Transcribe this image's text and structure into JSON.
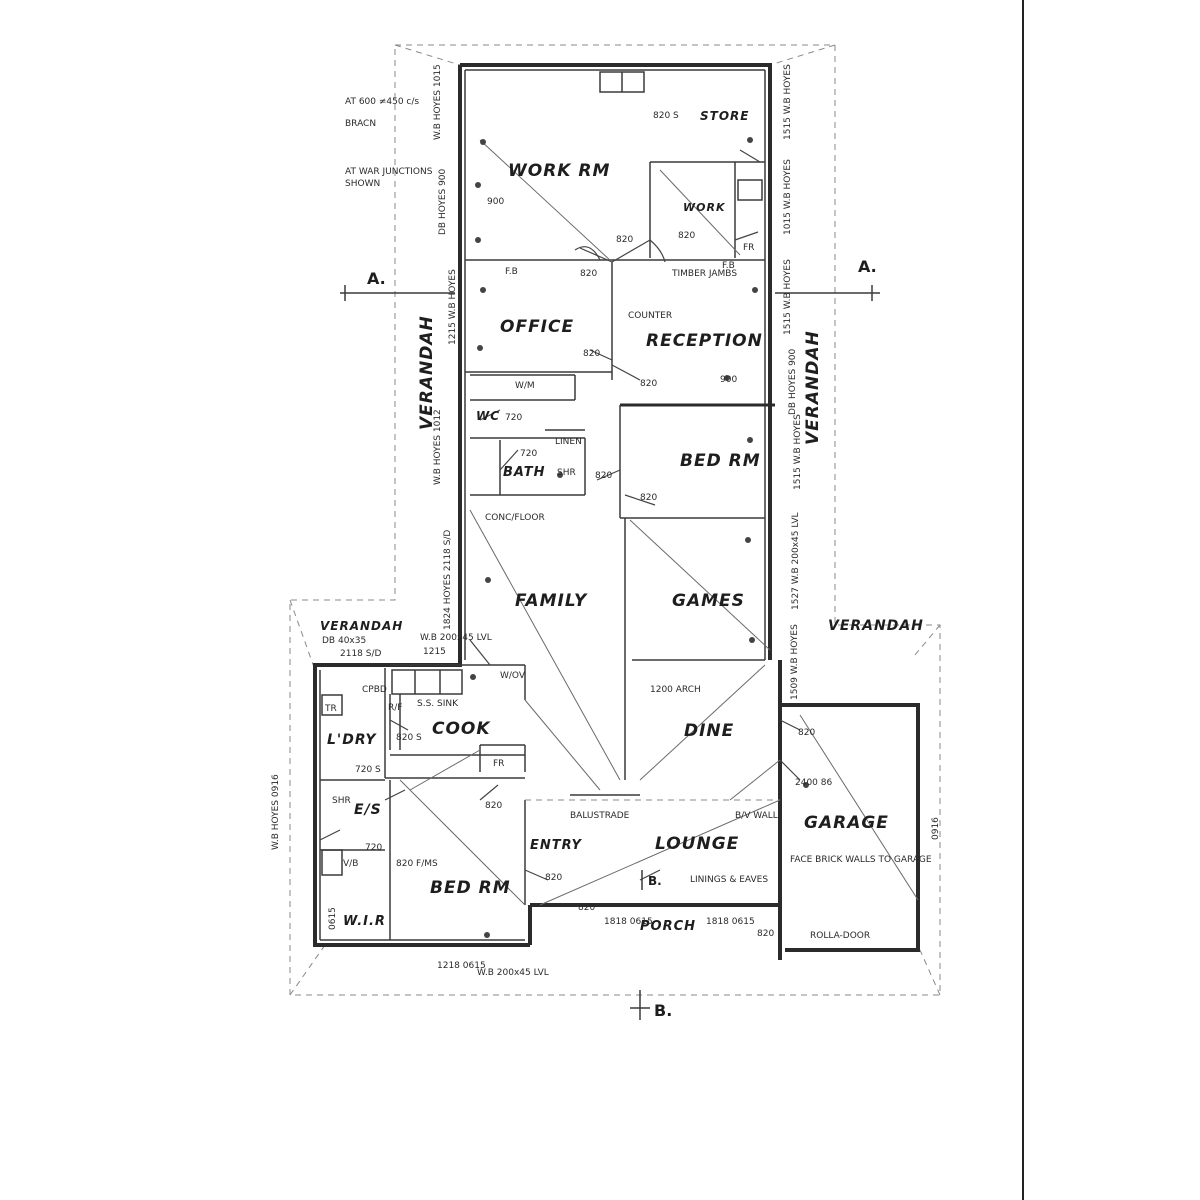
{
  "rooms": {
    "work_rm": "WORK RM",
    "store": "STORE",
    "work": "WORK",
    "office": "OFFICE",
    "reception": "RECEPTION",
    "wc": "WC",
    "bath": "BATH",
    "bed_rm_1": "BED RM",
    "family": "FAMILY",
    "games": "GAMES",
    "verandah_left": "VERANDAH",
    "verandah_right": "VERANDAH",
    "verandah_top_left": "VERANDAH",
    "verandah_top_right": "VERANDAH",
    "cook": "COOK",
    "ldry": "L'DRY",
    "es": "E/S",
    "dine": "DINE",
    "entry": "ENTRY",
    "lounge": "LOUNGE",
    "garage": "GARAGE",
    "bed_rm_2": "BED RM",
    "wir": "W.I.R",
    "porch": "PORCH"
  },
  "notes": {
    "n_600_450": "AT 600 ≠450 c/s",
    "n_brace": "BRACN",
    "n_junction": "AT WAR JUNCTIONS",
    "n_shown": "SHOWN",
    "n_wb_top_left": "W.B HOYES 1015",
    "n_wb_db_left": "DB HOYES 900",
    "n_820_store": "820 S",
    "n_1515_right": "1515 W.B HOYES",
    "n_900_work": "900",
    "n_820_a": "820",
    "n_820_b": "820",
    "n_1015_right": "1015 W.B HOYES",
    "n_fr_work": "FR",
    "n_fb_office": "F.B",
    "n_820_office": "820",
    "n_timber": "TIMBER JAMBS",
    "n_fb_recep": "F.B",
    "n_1215_left": "1215 W.B HOYES",
    "n_counter": "COUNTER",
    "n_820_office2": "820",
    "n_820_recep": "820",
    "n_900_recep": "900",
    "n_1515_recep": "1515 W.B HOYES",
    "n_wm": "W/M",
    "n_720_wc": "720",
    "n_720_bath": "720",
    "n_linen": "LINEN",
    "n_shr": "SHR",
    "n_820_bath": "820",
    "n_820_bed": "820",
    "n_1012_left": "W.B HOYES 1012",
    "n_900_db": "DB HOYES 900",
    "n_1515_bed": "1515 W.B HOYES",
    "n_conc": "CONC/FLOOR",
    "n_1527": "1527 W.B 200x45 LVL",
    "n_1824": "1824 HOYES 2118 S/D",
    "n_db_verandah": "DB 40x35",
    "n_2118_sd": "2118 S/D",
    "n_wb_lvl": "W.B 200x45 LVL",
    "n_1215_cook": "1215",
    "n_wov": "W/OV",
    "n_ssink": "S.S. SINK",
    "n_cpbd": "CPBD",
    "n_tr": "TR",
    "n_rf": "R/F",
    "n_820_cook": "820 S",
    "n_fr_cook": "FR",
    "n_720_ldry": "720 S",
    "n_1200_arch": "1200 ARCH",
    "n_1509": "1509 W.B HOYES",
    "n_820_dine": "820",
    "n_2400_86": "2400 86",
    "n_balustrade": "BALUSTRADE",
    "n_bv_wall": "B/V WALL",
    "n_820_entry": "820",
    "n_820_bed2": "820",
    "n_shr2": "SHR",
    "n_720_es": "720",
    "n_vb": "V/B",
    "n_820_fms": "820 F/MS",
    "n_face_brick": "FACE BRICK WALLS TO GARAGE",
    "n_linings": "LININGS & EAVES",
    "n_820_porch_l": "820",
    "n_1818_a": "1818 0615",
    "n_1818_b": "1818 0615",
    "n_820_porch_r": "820",
    "n_rolla": "ROLLA-DOOR",
    "n_0916_left": "W.B HOYES 0916",
    "n_0916_right": "0916",
    "n_1218": "1218 0615",
    "n_wb_200": "W.B 200x45 LVL",
    "n_0615_wir": "0615"
  },
  "section_markers": {
    "a_left": "A.",
    "a_right": "A.",
    "b_bottom": "B.",
    "b_mid": "B."
  },
  "colors": {
    "ink": "#2b2b2b",
    "paper": "#ffffff"
  }
}
